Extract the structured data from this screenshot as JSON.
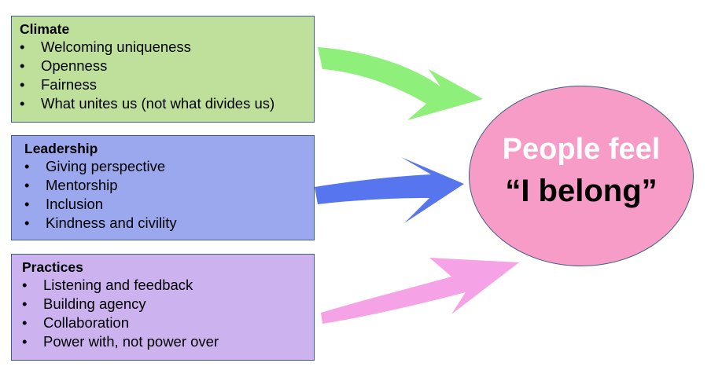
{
  "colors": {
    "climate_fill": "#bfe09b",
    "leadership_fill": "#9ba8ee",
    "practices_fill": "#ccb2ee",
    "circle_fill": "#f79cc6",
    "arrow_green": "#8ef07a",
    "arrow_blue": "#5675ef",
    "arrow_pink": "#f5a2e6",
    "border": "#3f5f86"
  },
  "climate": {
    "title": "Climate",
    "items": [
      "Welcoming uniqueness",
      "Openness",
      "Fairness",
      "What unites us (not what divides us)"
    ]
  },
  "leadership": {
    "title": "Leadership",
    "items": [
      "Giving perspective",
      "Mentorship",
      "Inclusion",
      "Kindness and civility"
    ]
  },
  "practices": {
    "title": "Practices",
    "items": [
      "Listening and feedback",
      "Building agency",
      "Collaboration",
      "Power with, not power over"
    ]
  },
  "outcome": {
    "line1": "People feel",
    "line2": "“I belong”"
  }
}
